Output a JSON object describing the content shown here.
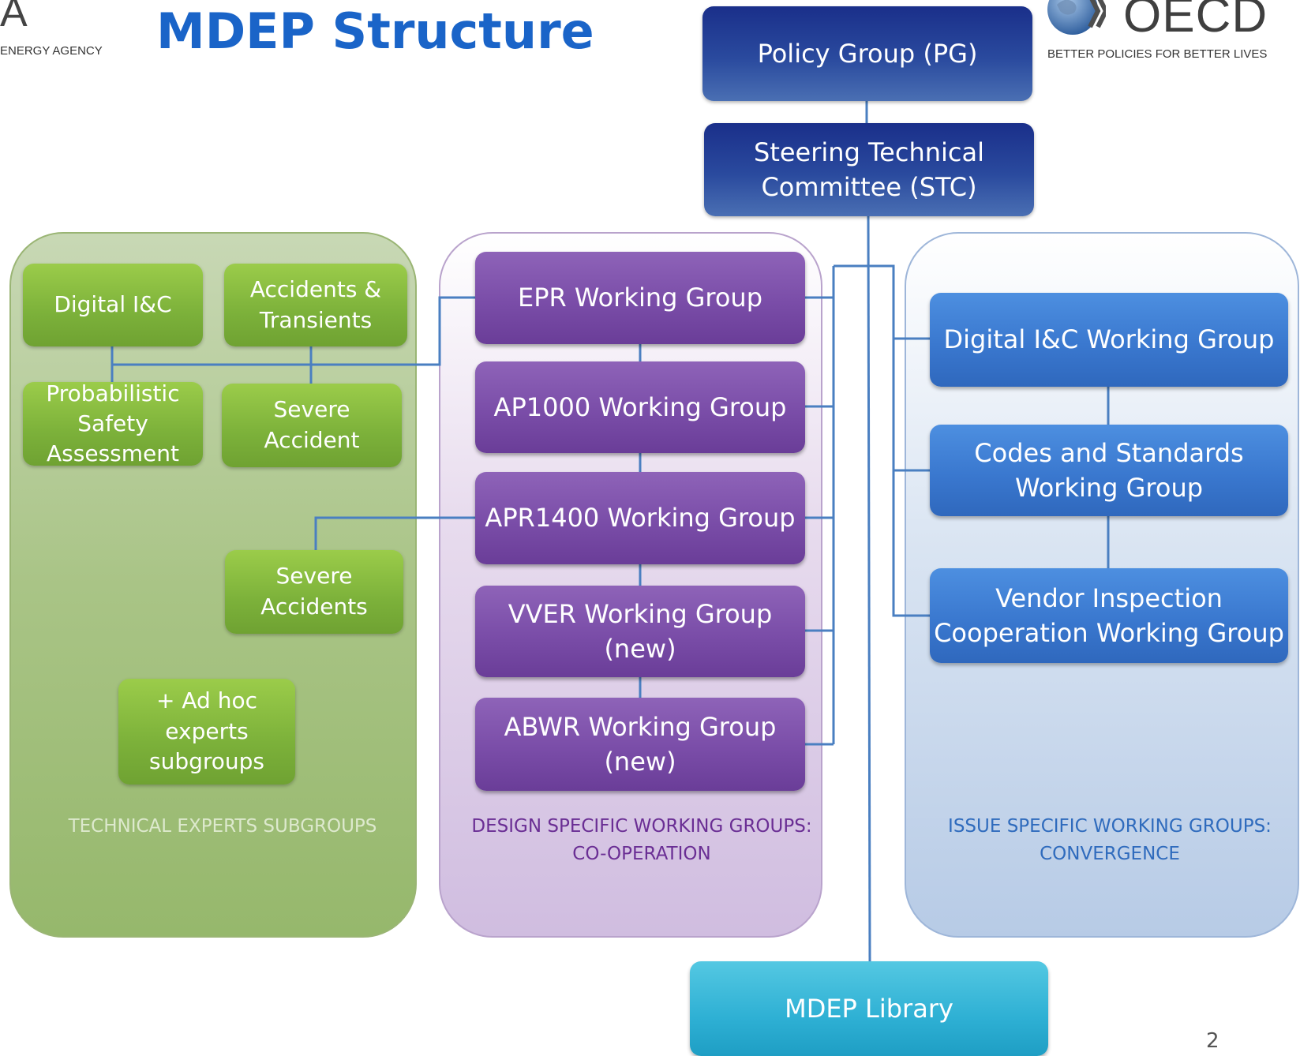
{
  "header": {
    "title": "MDEP Structure",
    "nea_logo_letter": "A",
    "nea_logo_caption": "ENERGY AGENCY",
    "oecd_logo_word": "OECD",
    "oecd_logo_tagline": "BETTER POLICIES FOR BETTER LIVES"
  },
  "top": {
    "policy_group": "Policy Group (PG)",
    "stc_line1": "Steering Technical",
    "stc_line2": "Committee (STC)"
  },
  "technical_subgroups": {
    "caption": "TECHNICAL EXPERTS SUBGROUPS",
    "digital_ic": "Digital I&C",
    "accidents_line1": "Accidents &",
    "accidents_line2": "Transients",
    "psa_line1": "Probabilistic",
    "psa_line2": "Safety",
    "psa_line3": "Assessment",
    "severe_accident_line1": "Severe",
    "severe_accident_line2": "Accident",
    "severe_accidents_line1": "Severe",
    "severe_accidents_line2": "Accidents",
    "adhoc_line1": "+ Ad hoc",
    "adhoc_line2": "experts",
    "adhoc_line3": "subgroups"
  },
  "design_groups": {
    "caption_line1": "DESIGN SPECIFIC WORKING GROUPS:",
    "caption_line2": "CO-OPERATION",
    "epr": "EPR Working Group",
    "ap1000": "AP1000 Working Group",
    "apr1400": "APR1400 Working Group",
    "vver_line1": "VVER Working Group",
    "vver_line2": "(new)",
    "abwr_line1": "ABWR Working Group",
    "abwr_line2": "(new)"
  },
  "issue_groups": {
    "caption_line1": "ISSUE SPECIFIC WORKING GROUPS:",
    "caption_line2": "CONVERGENCE",
    "digital_ic_wg": "Digital I&C Working Group",
    "codes_line1": "Codes and Standards",
    "codes_line2": "Working Group",
    "vendor_line1": "Vendor Inspection",
    "vendor_line2": "Cooperation Working Group"
  },
  "library": "MDEP Library",
  "page_number": "2",
  "colors": {
    "title": "#1a64c8",
    "connector": "#4a7fc1",
    "navy": "#22388f",
    "green": "#7cb13a",
    "purple": "#7a4da8",
    "blue": "#3a78cf",
    "cyan": "#2eb0d4"
  }
}
